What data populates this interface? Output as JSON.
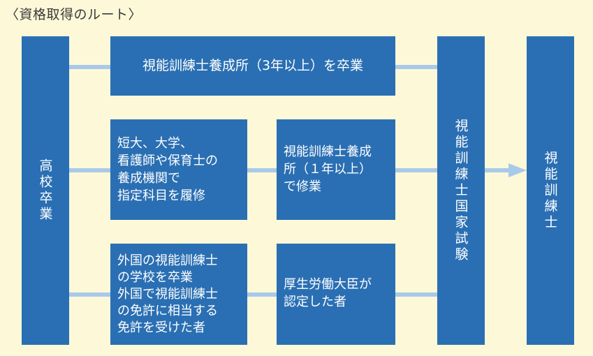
{
  "title": "〈資格取得のルート〉",
  "nodes": {
    "koko": "高校卒業",
    "route1": [
      "視能訓練士養成所（3年以上）を卒業"
    ],
    "route2a": [
      "短大、大学、",
      "看護師や保育士の",
      "養成機関で",
      "指定科目を履修"
    ],
    "route2b": [
      "視能訓練士養成",
      "所（１年以上）",
      "で修業"
    ],
    "route3a": [
      "外国の視能訓練士",
      "の学校を卒業",
      "外国で視能訓練士",
      "の免許に相当する",
      "免許を受けた者"
    ],
    "route3b": [
      "厚生労働大臣が",
      "認定した者"
    ],
    "exam": "視能訓練士国家試験",
    "result": "視能訓練士"
  }
}
